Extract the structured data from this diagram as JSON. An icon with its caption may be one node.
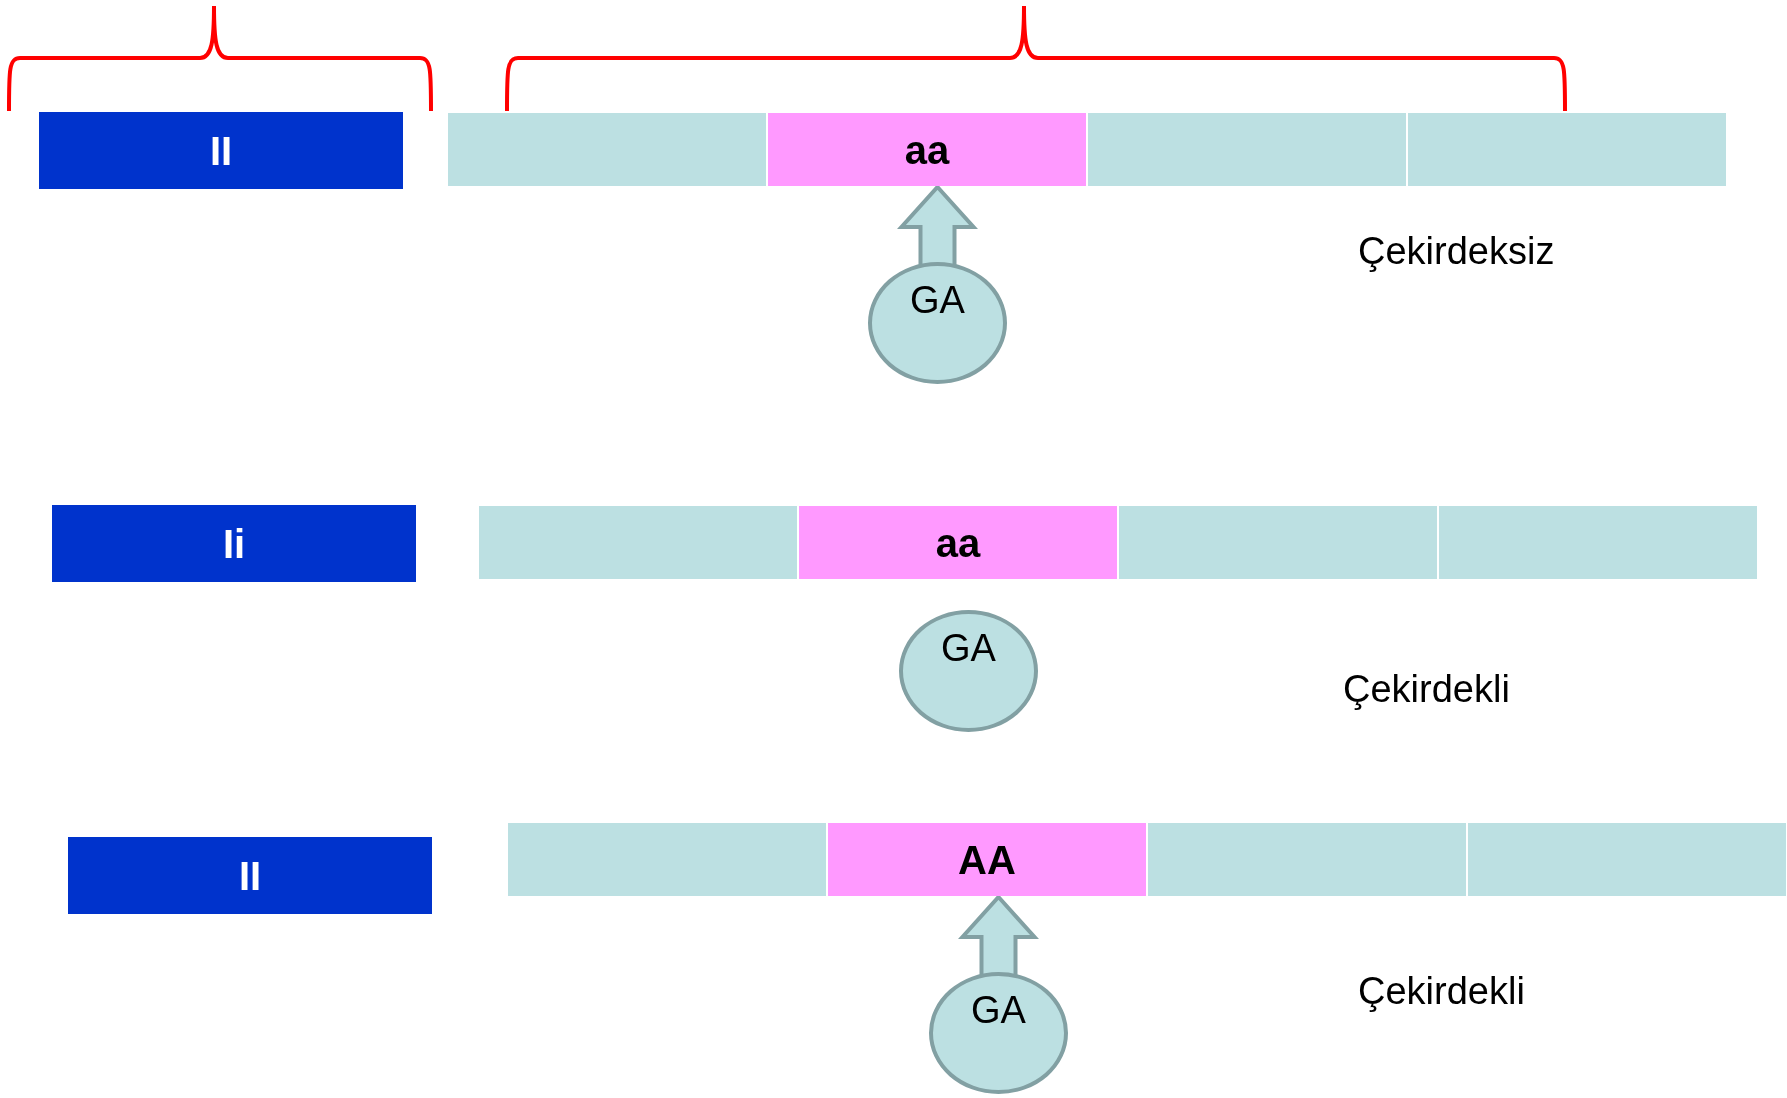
{
  "diagram": {
    "nodes": [
      {
        "text": [
          "II"
        ]
      },
      {
        "text": [],
        "shape": "box"
      },
      {
        "text": [
          "aa"
        ]
      },
      {
        "text": [],
        "shape": "box"
      },
      {
        "text": [],
        "shape": "box"
      },
      {
        "text": [
          "GA"
        ]
      },
      {
        "text": [
          "Ii"
        ]
      },
      {
        "text": [],
        "shape": "box"
      },
      {
        "text": [
          "aa"
        ]
      },
      {
        "text": [],
        "shape": "box"
      },
      {
        "text": [],
        "shape": "box"
      },
      {
        "text": [
          "GA"
        ]
      },
      {
        "text": [
          "II"
        ]
      },
      {
        "text": [],
        "shape": "box"
      },
      {
        "text": [
          "AA"
        ]
      },
      {
        "text": [],
        "shape": "box"
      },
      {
        "text": [],
        "shape": "box"
      },
      {
        "text": [
          "GA"
        ]
      }
    ],
    "edges": [
      {
        "from": 5,
        "to": 2,
        "arrow": "to"
      },
      {
        "from": 17,
        "to": 14,
        "arrow": "to"
      }
    ],
    "labels": [
      "Çekirdeksiz",
      "Çekirdekli",
      "Çekirdekli"
    ]
  }
}
